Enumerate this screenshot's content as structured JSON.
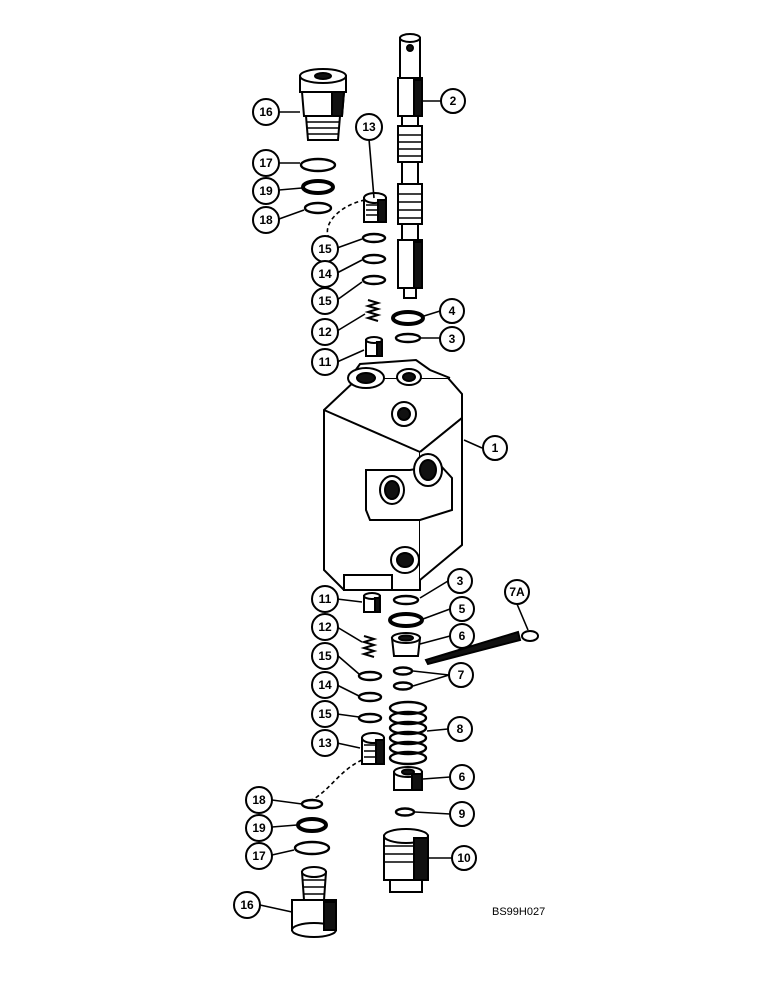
{
  "callouts": {
    "c16_top": "16",
    "c2": "2",
    "c17_top": "17",
    "c19_top": "19",
    "c18_top": "18",
    "c13_top": "13",
    "c15_top_a": "15",
    "c14_top": "14",
    "c15_top_b": "15",
    "c4": "4",
    "c12_top": "12",
    "c3_top": "3",
    "c11_top": "11",
    "c1": "1",
    "c3_bot": "3",
    "c7a": "7A",
    "c11_bot": "11",
    "c5": "5",
    "c12_bot": "12",
    "c6_top": "6",
    "c15_bot_a": "15",
    "c7": "7",
    "c14_bot": "14",
    "c15_bot_b": "15",
    "c8": "8",
    "c13_bot": "13",
    "c6_bot": "6",
    "c18_bot": "18",
    "c9": "9",
    "c19_bot": "19",
    "c17_bot": "17",
    "c10": "10",
    "c16_bot": "16"
  },
  "reference_code": "BS99H027"
}
